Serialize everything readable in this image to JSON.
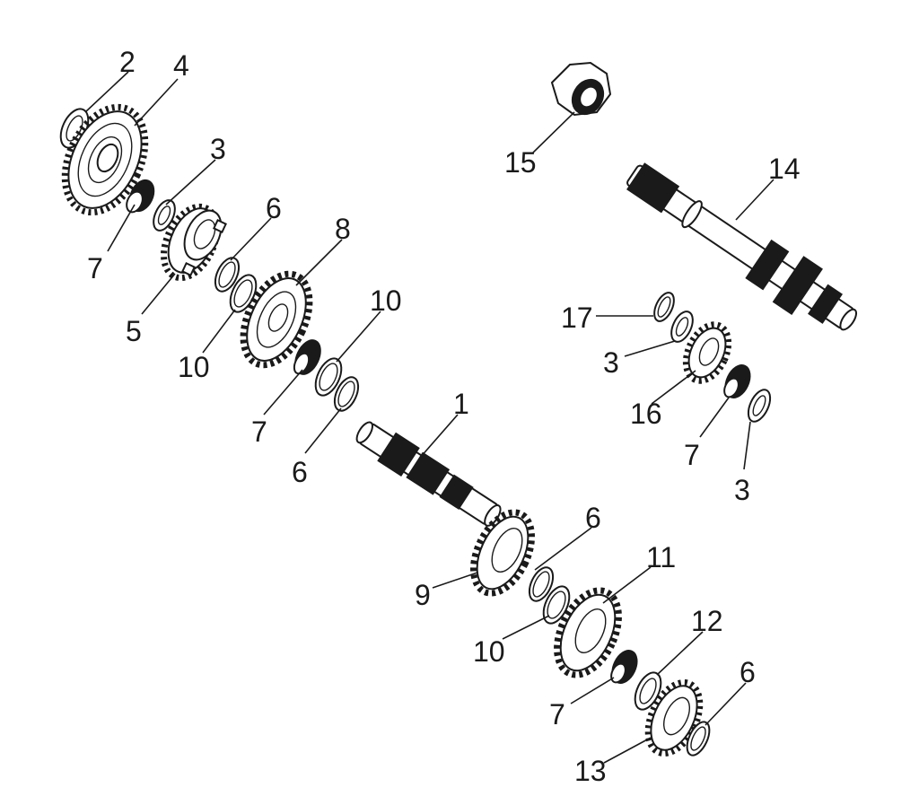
{
  "diagram": {
    "parts": [
      {
        "id": "p2",
        "label": "2"
      },
      {
        "id": "p4",
        "label": "4"
      },
      {
        "id": "p3a",
        "label": "3"
      },
      {
        "id": "p7a",
        "label": "7"
      },
      {
        "id": "p6a",
        "label": "6"
      },
      {
        "id": "p8",
        "label": "8"
      },
      {
        "id": "p5",
        "label": "5"
      },
      {
        "id": "p10a",
        "label": "10"
      },
      {
        "id": "p10b",
        "label": "10"
      },
      {
        "id": "p7b",
        "label": "7"
      },
      {
        "id": "p6b",
        "label": "6"
      },
      {
        "id": "p1",
        "label": "1"
      },
      {
        "id": "p15",
        "label": "15"
      },
      {
        "id": "p14",
        "label": "14"
      },
      {
        "id": "p17",
        "label": "17"
      },
      {
        "id": "p3b",
        "label": "3"
      },
      {
        "id": "p16",
        "label": "16"
      },
      {
        "id": "p7c",
        "label": "7"
      },
      {
        "id": "p3c",
        "label": "3"
      },
      {
        "id": "p6c",
        "label": "6"
      },
      {
        "id": "p9",
        "label": "9"
      },
      {
        "id": "p11",
        "label": "11"
      },
      {
        "id": "p10c",
        "label": "10"
      },
      {
        "id": "p12",
        "label": "12"
      },
      {
        "id": "p7d",
        "label": "7"
      },
      {
        "id": "p6d",
        "label": "6"
      },
      {
        "id": "p13",
        "label": "13"
      }
    ]
  }
}
